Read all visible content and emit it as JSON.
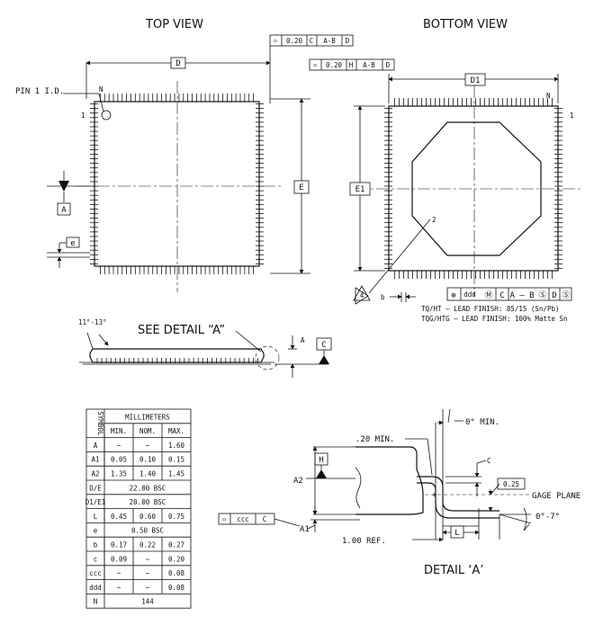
{
  "views": {
    "top_title": "TOP VIEW",
    "bottom_title": "BOTTOM VIEW",
    "side_detail_callout": "SEE DETAIL “A”",
    "detail_title": "DETAIL ‘A’"
  },
  "labels": {
    "pin1": "PIN 1 I.D.",
    "pin_n_top": "N",
    "pin_1_top": "1",
    "pin_n_bottom": "N",
    "pin_1_bottom": "1",
    "dim_D": "D",
    "dim_E": "E",
    "dim_D1": "D1",
    "dim_E1": "E1",
    "datum_A": "A",
    "dim_e": "e",
    "datum_C": "C",
    "side_A": "A",
    "angle_11_13": "11°-13°",
    "note_4": "4",
    "exposed_pad_2": "2",
    "b_label": "b",
    "lead_finish_1": "TQ/HT – LEAD FINISH: 85/15 (Sn/Pb)",
    "lead_finish_2": "TQG/HTG – LEAD FINISH: 100% Matte Sn"
  },
  "fcf": {
    "top": [
      "⌓",
      "0.20",
      "C",
      "A-B",
      "D"
    ],
    "bottom": [
      "⌓",
      "0.20",
      "H",
      "A-B",
      "D"
    ],
    "position": [
      "⊕",
      "ddd",
      "Ⓜ",
      "C",
      "A – B",
      "Ⓢ",
      "D",
      "Ⓢ"
    ],
    "ccc": [
      "⌓",
      "ccc",
      "C"
    ]
  },
  "detail": {
    "zero_min": "0° MIN.",
    "twenty_min": ".20 MIN.",
    "c_label": "C",
    "H": "H",
    "A2": "A2",
    "A1": "A1",
    "gage_val": "0.25",
    "gage_plane": "GAGE PLANE",
    "angle": "0°-7°",
    "L": "L",
    "ref": "1.00 REF."
  },
  "table": {
    "symbol_header": "SYMBOL",
    "unit_header": "MILLIMETERS",
    "cols": [
      "MIN.",
      "NOM.",
      "MAX."
    ],
    "rows": [
      {
        "sym": "A",
        "min": "~",
        "nom": "~",
        "max": "1.60"
      },
      {
        "sym": "A1",
        "min": "0.05",
        "nom": "0.10",
        "max": "0.15"
      },
      {
        "sym": "A2",
        "min": "1.35",
        "nom": "1.40",
        "max": "1.45"
      },
      {
        "sym": "D/E",
        "span": "22.00  BSC"
      },
      {
        "sym": "D1/E1",
        "span": "20.00  BSC"
      },
      {
        "sym": "L",
        "min": "0.45",
        "nom": "0.60",
        "max": "0.75"
      },
      {
        "sym": "e",
        "span": "0.50  BSC"
      },
      {
        "sym": "b",
        "min": "0.17",
        "nom": "0.22",
        "max": "0.27"
      },
      {
        "sym": "c",
        "min": "0.09",
        "nom": "~",
        "max": "0.20"
      },
      {
        "sym": "ccc",
        "min": "~",
        "nom": "~",
        "max": "0.08"
      },
      {
        "sym": "ddd",
        "min": "~",
        "nom": "~",
        "max": "0.08"
      },
      {
        "sym": "N",
        "span": "144"
      }
    ]
  }
}
